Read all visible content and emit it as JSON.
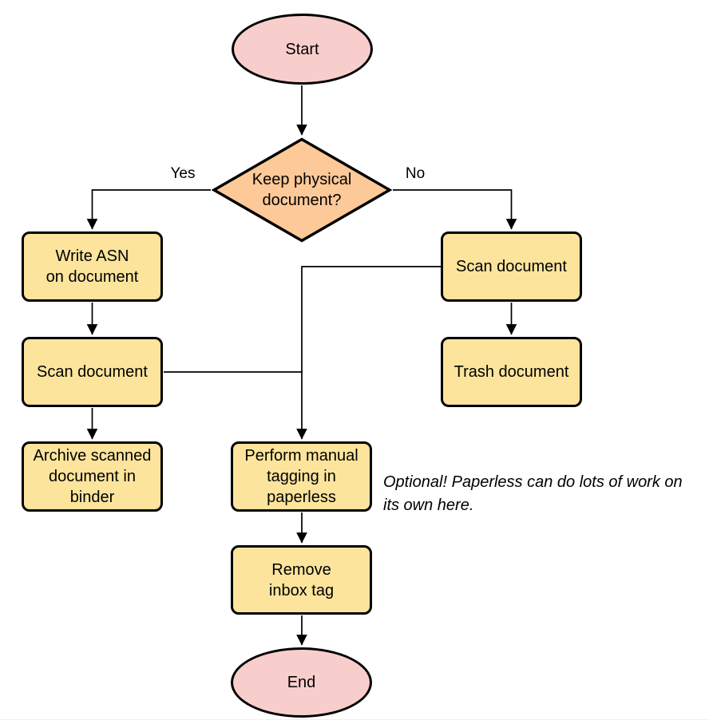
{
  "colors": {
    "terminal-fill": "#F8CECC",
    "decision-fill": "#FDC998",
    "process-fill": "#FCE49C",
    "stroke": "#000000"
  },
  "nodes": {
    "start": {
      "type": "terminal",
      "label": "Start"
    },
    "decision": {
      "type": "decision",
      "label": "Keep physical\ndocument?"
    },
    "write_asn": {
      "type": "process",
      "label": "Write ASN\non document"
    },
    "scan_left": {
      "type": "process",
      "label": "Scan document"
    },
    "archive": {
      "type": "process",
      "label": "Archive scanned\ndocument in\nbinder"
    },
    "scan_right": {
      "type": "process",
      "label": "Scan document"
    },
    "trash": {
      "type": "process",
      "label": "Trash document"
    },
    "tagging": {
      "type": "process",
      "label": "Perform manual\ntagging in\npaperless"
    },
    "remove_inbox": {
      "type": "process",
      "label": "Remove\ninbox tag"
    },
    "end": {
      "type": "terminal",
      "label": "End"
    }
  },
  "edge_labels": {
    "yes": "Yes",
    "no": "No"
  },
  "note": {
    "text": "Optional! Paperless can do lots of work on\nits own here."
  },
  "edges": [
    {
      "from": "Start",
      "to": "Keep physical document?"
    },
    {
      "from": "Keep physical document?",
      "to": "Write ASN on document",
      "label": "Yes"
    },
    {
      "from": "Keep physical document?",
      "to": "Scan document (right)",
      "label": "No"
    },
    {
      "from": "Write ASN on document",
      "to": "Scan document (left)"
    },
    {
      "from": "Scan document (left)",
      "to": "Archive scanned document in binder"
    },
    {
      "from": "Scan document (left)",
      "to": "Perform manual tagging in paperless"
    },
    {
      "from": "Scan document (right)",
      "to": "Trash document"
    },
    {
      "from": "Scan document (right)",
      "to": "Perform manual tagging in paperless"
    },
    {
      "from": "Perform manual tagging in paperless",
      "to": "Remove inbox tag"
    },
    {
      "from": "Remove inbox tag",
      "to": "End"
    }
  ]
}
